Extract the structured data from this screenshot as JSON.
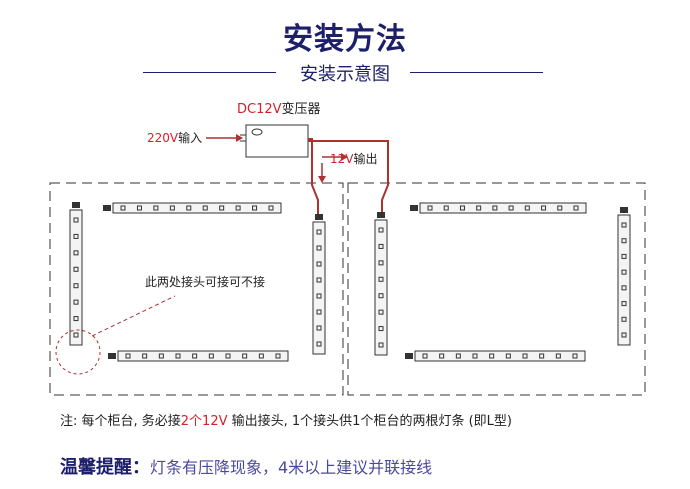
{
  "title": "安装方法",
  "subtitle": "安装示意图",
  "diagram": {
    "transformer_label_red": "DC12V",
    "transformer_label": "变压器",
    "input_label_red": "220V",
    "input_label": "输入",
    "output_label_red": "12V",
    "output_label": "输出",
    "optional_joint_note": "此两处接头可接可不接"
  },
  "note": {
    "prefix": "注: 每个柜台, 务必接",
    "highlight": "2个12V",
    "suffix": " 输出接头, 1个接头供1个柜台的两根灯条 (即L型)"
  },
  "tip": {
    "label": "温馨提醒：",
    "text": "灯条有压降现象，4米以上建议并联接线"
  },
  "colors": {
    "navy": "#1e1f6b",
    "red": "#d6202a",
    "wire": "#b03030"
  }
}
